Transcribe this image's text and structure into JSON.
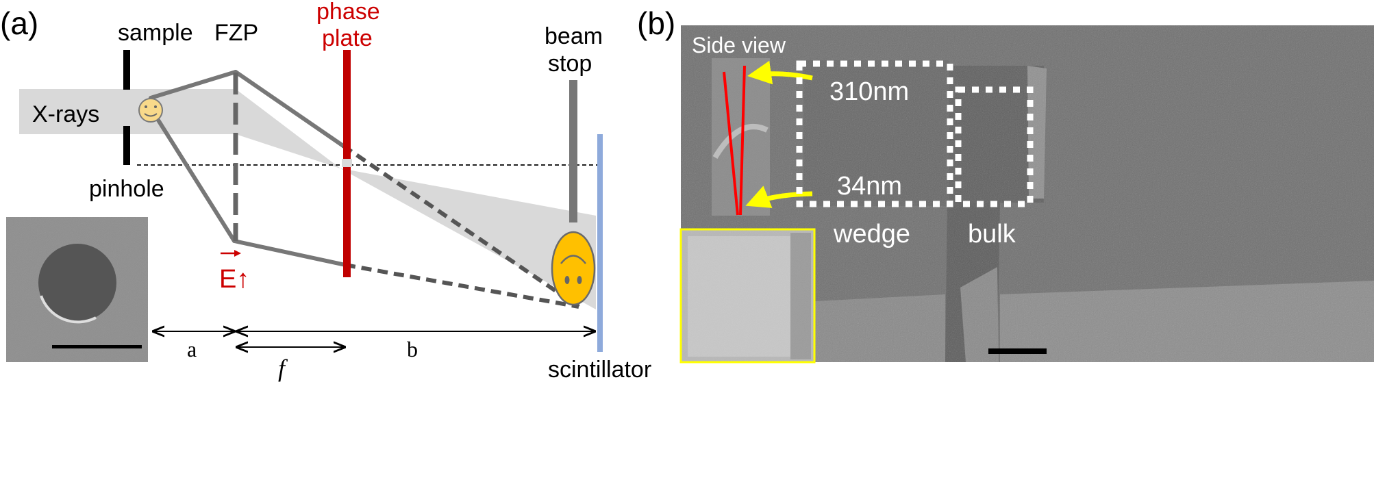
{
  "panel_a": {
    "panel_label": "(a)",
    "labels": {
      "sample": "sample",
      "fzp": "FZP",
      "phase_line1": "phase",
      "phase_line2": "plate",
      "beam_line1": "beam",
      "beam_line2": "stop",
      "xrays": "X-rays",
      "pinhole": "pinhole",
      "scintillator": "scintillator",
      "e_field": "E↑",
      "dist_a": "a",
      "dist_f": "f",
      "dist_b": "b"
    }
  },
  "panel_b": {
    "panel_label": "(b)",
    "labels": {
      "side_view": "Side view",
      "top_thickness": "310nm",
      "bottom_thickness": "34nm",
      "wedge": "wedge",
      "bulk": "bulk"
    }
  },
  "colors": {
    "red": "#cc0000",
    "beam_gray": "#d9d9d9",
    "ray_gray": "#777777",
    "face_yellow": "#f8d98a",
    "face_orange": "#ffc000",
    "scintillator_blue": "#8eaadb",
    "arrow_yellow": "#ffff00",
    "sem_background": "#707070"
  }
}
